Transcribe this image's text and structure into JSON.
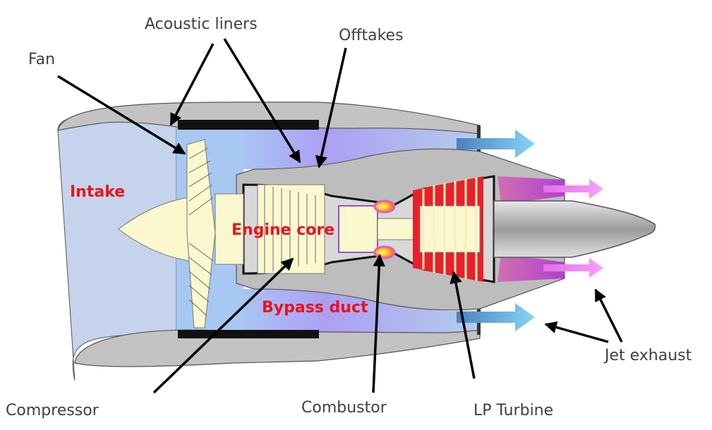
{
  "diagram": {
    "title": "Turbofan engine cross-section",
    "callouts": [
      {
        "id": "fan",
        "label": "Fan"
      },
      {
        "id": "acoustic-liners",
        "label": "Acoustic liners"
      },
      {
        "id": "offtakes",
        "label": "Offtakes"
      },
      {
        "id": "compressor",
        "label": "Compressor"
      },
      {
        "id": "combustor",
        "label": "Combustor"
      },
      {
        "id": "lp-turbine",
        "label": "LP Turbine"
      },
      {
        "id": "jet-exhaust",
        "label": "Jet exhaust"
      }
    ],
    "regions": [
      {
        "id": "intake",
        "label": "Intake"
      },
      {
        "id": "engine-core",
        "label": "Engine core"
      },
      {
        "id": "bypass-duct",
        "label": "Bypass duct"
      }
    ],
    "colors": {
      "region_label": "#e8141e",
      "callout_text": "#404040",
      "bypass_flow": "#7fc9f0",
      "core_flow": "#f08cf0",
      "nacelle": "#c0c0c0",
      "intake_fill": "#c5d3ec",
      "duct_fill": "#a9a9f5",
      "rotor_fill": "#fbf8cf",
      "turbine_hot": "#e8202a"
    }
  }
}
